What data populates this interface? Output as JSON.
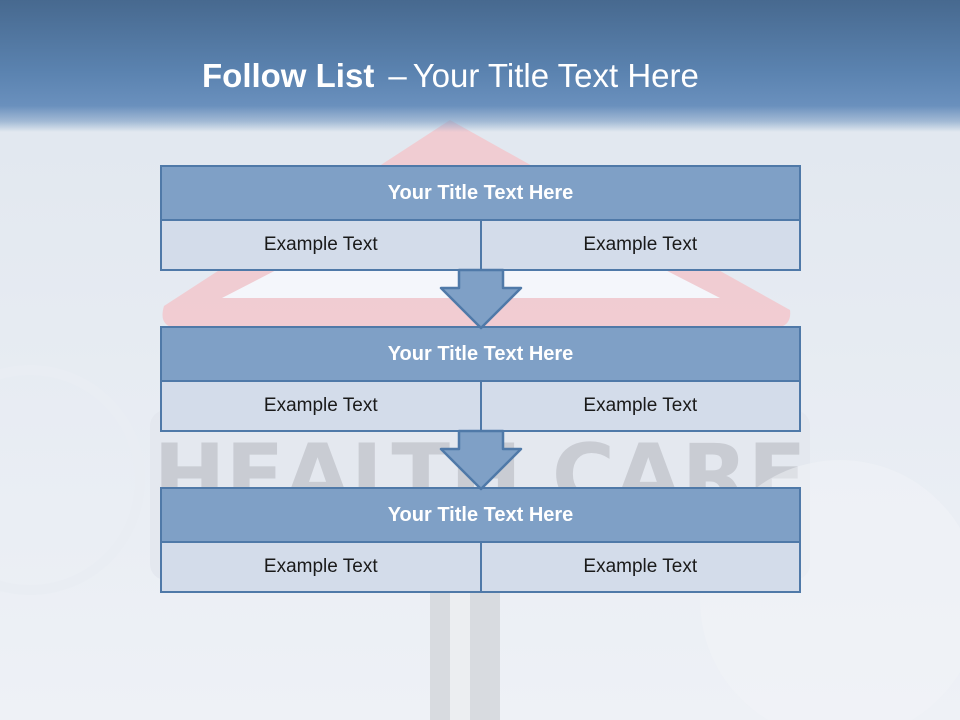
{
  "slide": {
    "title_bold": "Follow List",
    "title_separator": "–",
    "title_rest": "Your Title Text Here"
  },
  "blocks": [
    {
      "title": "Your Title Text Here",
      "left": "Example Text",
      "right": "Example Text"
    },
    {
      "title": "Your Title Text Here",
      "left": "Example Text",
      "right": "Example Text"
    },
    {
      "title": "Your Title Text Here",
      "left": "Example Text",
      "right": "Example Text"
    }
  ],
  "colors": {
    "header": "#5b83b0",
    "block_title": "#7fa0c6",
    "block_border": "#4f79a8",
    "cell": "#d3dcea"
  }
}
